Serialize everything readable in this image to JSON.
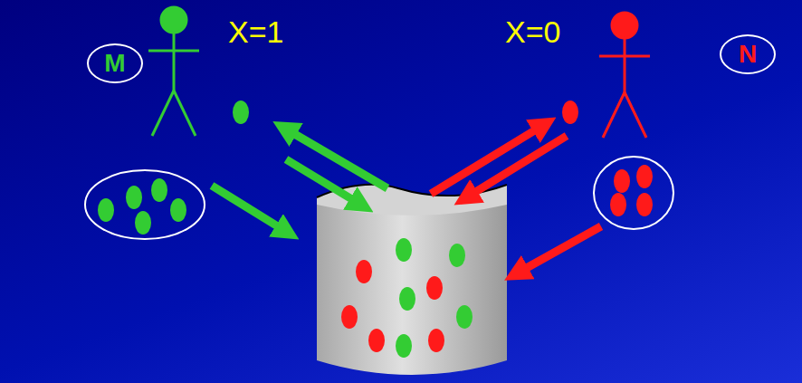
{
  "diagram": {
    "nodes": [
      {
        "text": [
          "M"
        ]
      },
      {
        "text": [
          "N"
        ]
      }
    ],
    "labels": [
      "X=1",
      "X=0"
    ]
  }
}
